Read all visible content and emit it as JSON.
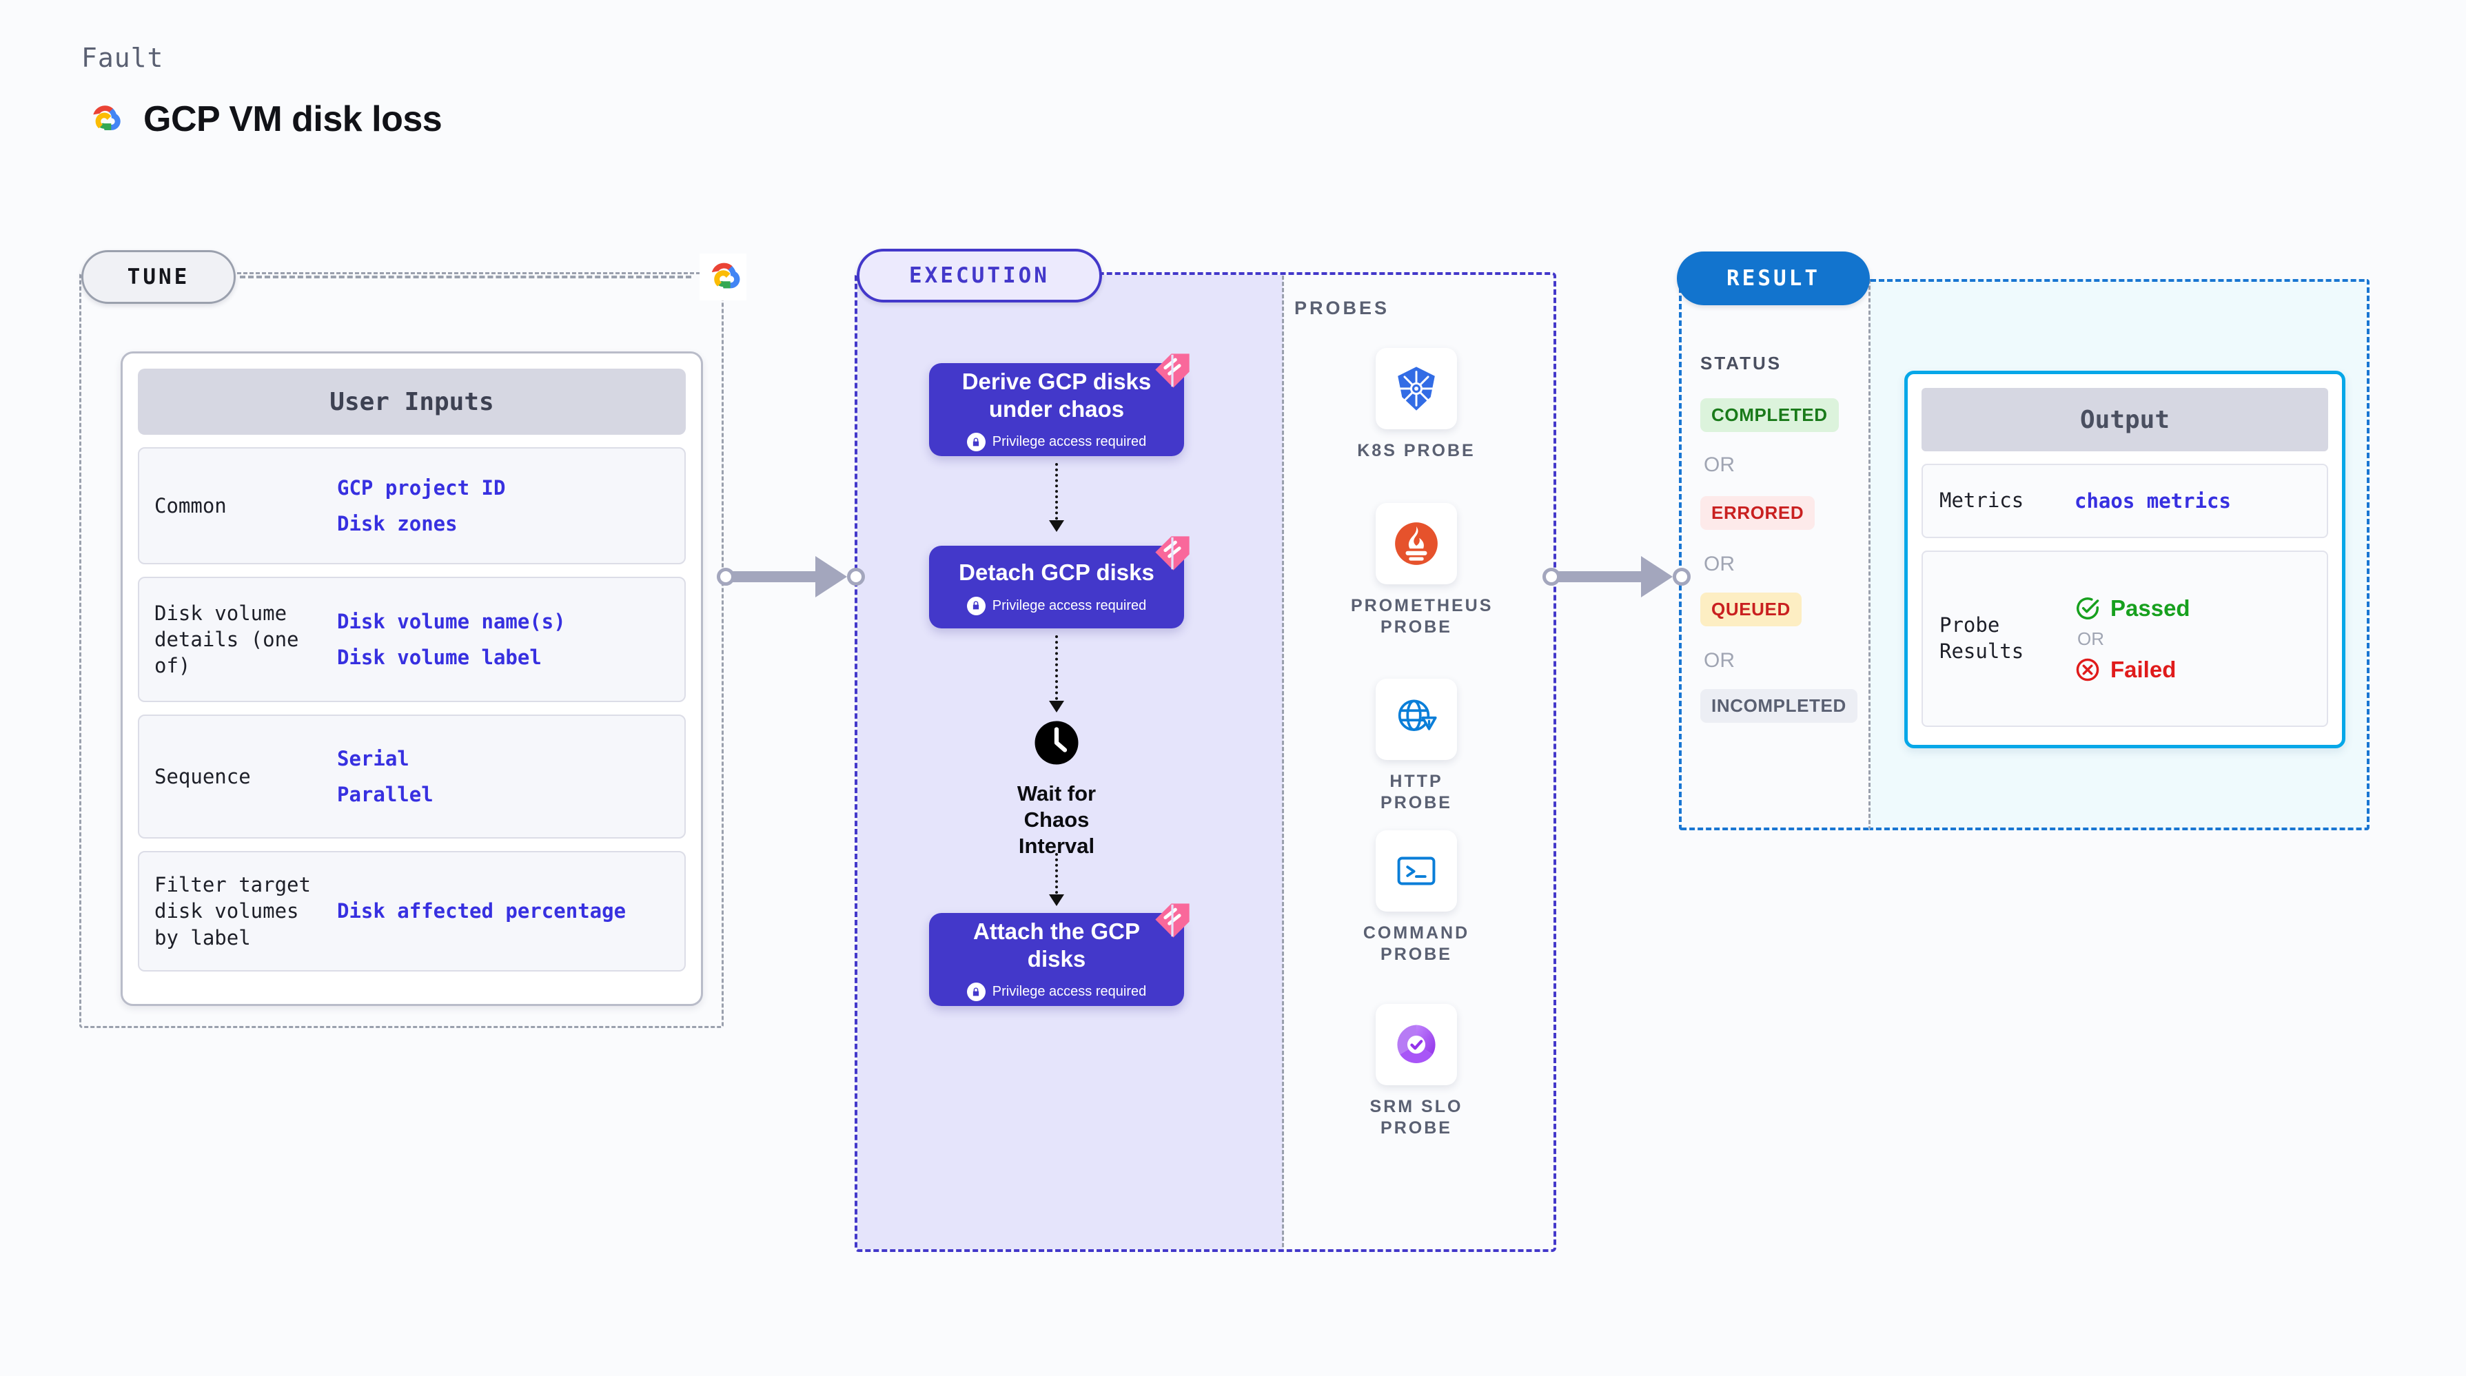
{
  "header": {
    "kicker": "Fault",
    "title": "GCP VM disk loss",
    "logo_icon": "gcp-logo-icon"
  },
  "tune": {
    "pill_label": "TUNE",
    "provider_icon": "gcp-logo-icon",
    "user_inputs": {
      "heading": "User Inputs",
      "rows": [
        {
          "key": "Common",
          "values": [
            "GCP project ID",
            "Disk zones"
          ]
        },
        {
          "key": "Disk volume details (one of)",
          "values": [
            "Disk volume name(s)",
            "Disk volume label"
          ]
        },
        {
          "key": "Sequence",
          "values": [
            "Serial",
            "Parallel"
          ]
        },
        {
          "key": "Filter target disk volumes by label",
          "values": [
            "Disk affected percentage"
          ]
        }
      ]
    }
  },
  "execution": {
    "pill_label": "EXECUTION",
    "nodes": [
      {
        "title": "Derive GCP disks under chaos",
        "sub": "Privilege access required",
        "badge_icon": "litmus-ribbon-icon",
        "lock_icon": "lock-icon"
      },
      {
        "title": "Detach GCP disks",
        "sub": "Privilege access required",
        "badge_icon": "litmus-ribbon-icon",
        "lock_icon": "lock-icon"
      },
      {
        "title": "Attach the GCP disks",
        "sub": "Privilege access required",
        "badge_icon": "litmus-ribbon-icon",
        "lock_icon": "lock-icon"
      }
    ],
    "wait": {
      "label": "Wait for Chaos Interval",
      "icon": "clock-icon"
    },
    "probes": {
      "label": "PROBES",
      "items": [
        {
          "label": "K8S PROBE",
          "icon": "kubernetes-icon"
        },
        {
          "label": "PROMETHEUS PROBE",
          "icon": "prometheus-icon"
        },
        {
          "label": "HTTP PROBE",
          "icon": "http-globe-icon"
        },
        {
          "label": "COMMAND PROBE",
          "icon": "terminal-icon"
        },
        {
          "label": "SRM SLO PROBE",
          "icon": "srm-slo-icon"
        }
      ]
    }
  },
  "result": {
    "pill_label": "RESULT",
    "status": {
      "label": "STATUS",
      "or_label": "OR",
      "badges": [
        {
          "label": "COMPLETED",
          "bg": "#dcf3dc",
          "fg": "#1a7a1a"
        },
        {
          "label": "ERRORED",
          "bg": "#fdeaea",
          "fg": "#c92020"
        },
        {
          "label": "QUEUED",
          "bg": "#fdeec3",
          "fg": "#c92020"
        },
        {
          "label": "INCOMPLETED",
          "bg": "#eceef4",
          "fg": "#5a6072"
        }
      ]
    },
    "output": {
      "heading": "Output",
      "metrics": {
        "key": "Metrics",
        "value": "chaos metrics"
      },
      "probe_results": {
        "key": "Probe Results",
        "or_label": "OR",
        "passed": {
          "label": "Passed",
          "icon": "check-circle-icon",
          "color": "#17a01e"
        },
        "failed": {
          "label": "Failed",
          "icon": "x-circle-icon",
          "color": "#e01b1b"
        }
      }
    }
  },
  "colors": {
    "node_purple": "#4338ca",
    "exec_fill": "#e5e4fb",
    "result_blue": "#1976d2",
    "output_cyan": "#06a7e8",
    "link_blue": "#3730e0",
    "connector_gray": "#a3a6bd"
  }
}
